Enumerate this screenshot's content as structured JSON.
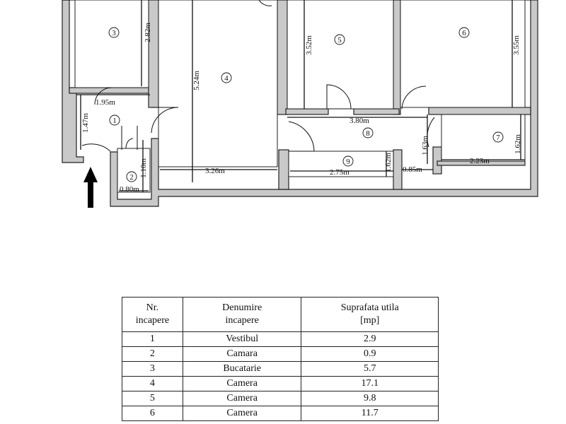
{
  "floor_plan": {
    "rooms": [
      {
        "nr": "1"
      },
      {
        "nr": "2"
      },
      {
        "nr": "3"
      },
      {
        "nr": "4"
      },
      {
        "nr": "5"
      },
      {
        "nr": "6"
      },
      {
        "nr": "7"
      },
      {
        "nr": "8"
      },
      {
        "nr": "9"
      }
    ],
    "dimensions": [
      "2.82m",
      "1.95m",
      "5.24m",
      "3.52m",
      "3.55m",
      "1.47m",
      "1.10m",
      "0.80m",
      "3.26m",
      "3.80m",
      "2.75m",
      "1.62m",
      "1.63m",
      "0.85m",
      "2.23m",
      "1.62m"
    ],
    "entrance_arrow_icon": "up-arrow",
    "colors": {
      "wall_fill": "#c9c9c9",
      "line": "#111111"
    }
  },
  "table": {
    "headers": [
      [
        "Nr.",
        "incapere"
      ],
      [
        "Denumire",
        "incapere"
      ],
      [
        "Suprafata utila",
        "[mp]"
      ]
    ],
    "rows": [
      [
        "1",
        "Vestibul",
        "2.9"
      ],
      [
        "2",
        "Camara",
        "0.9"
      ],
      [
        "3",
        "Bucatarie",
        "5.7"
      ],
      [
        "4",
        "Camera",
        "17.1"
      ],
      [
        "5",
        "Camera",
        "9.8"
      ],
      [
        "6",
        "Camera",
        "11.7"
      ]
    ]
  }
}
